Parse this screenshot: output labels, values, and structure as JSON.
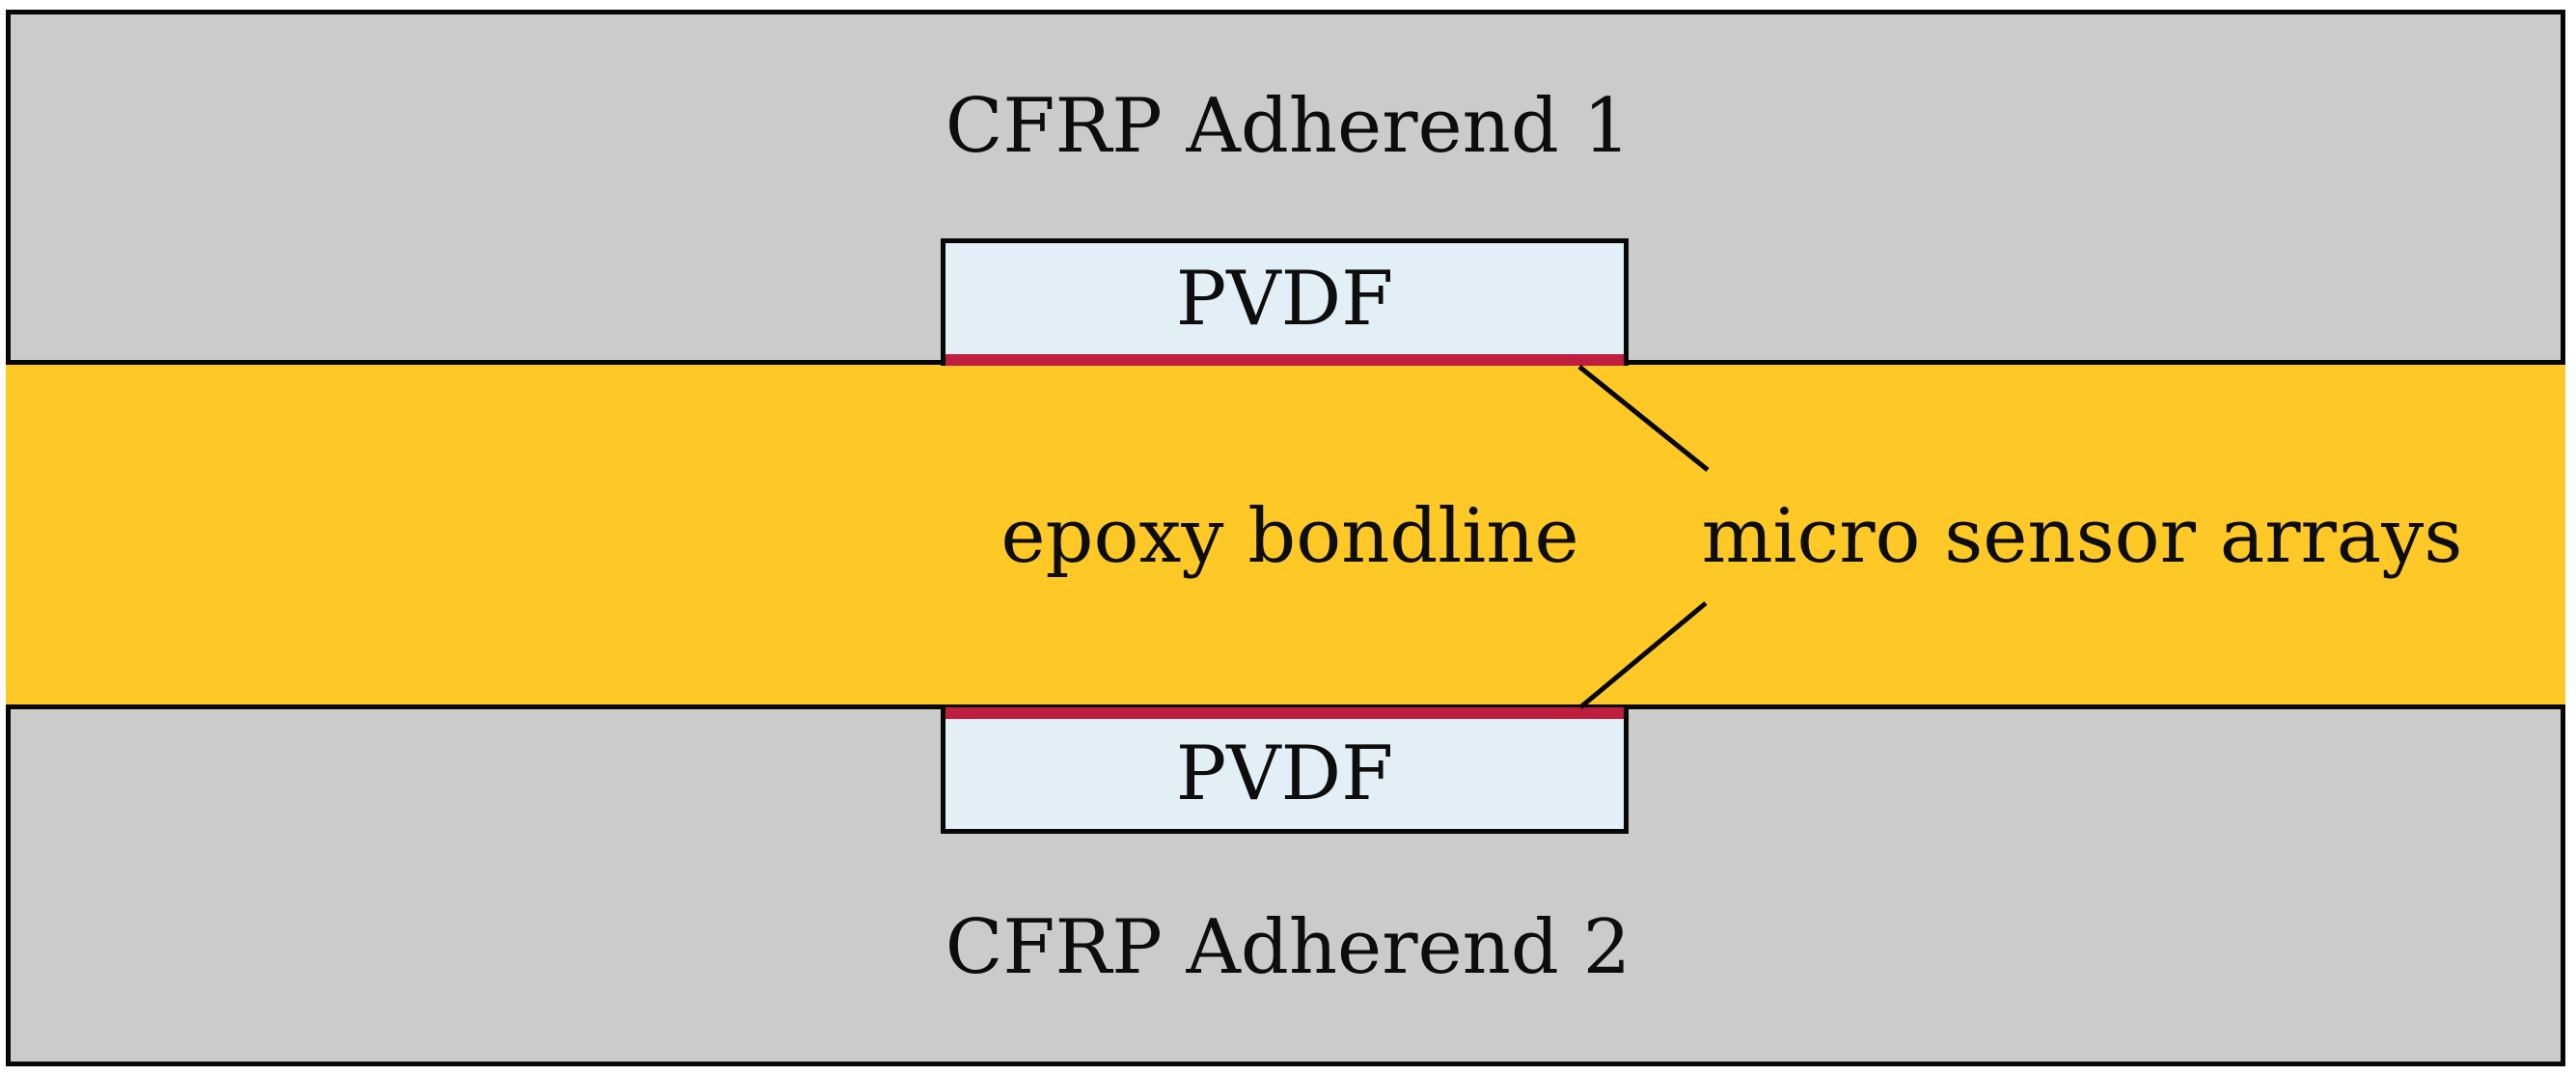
{
  "figure": {
    "adherend1_label": "CFRP Adherend 1",
    "adherend2_label": "CFRP Adherend 2",
    "pvdf_top_label": "PVDF",
    "pvdf_bottom_label": "PVDF",
    "bondline_label": "epoxy bondline",
    "sensor_label": "micro sensor arrays"
  },
  "colors": {
    "adherend_gray": "#cbcbca",
    "epoxy_yellow": "#fec927",
    "pvdf_blue": "#e2eff7",
    "sensor_red": "#c01e3f",
    "line_black": "#070707",
    "background_white": "#ffffff"
  }
}
